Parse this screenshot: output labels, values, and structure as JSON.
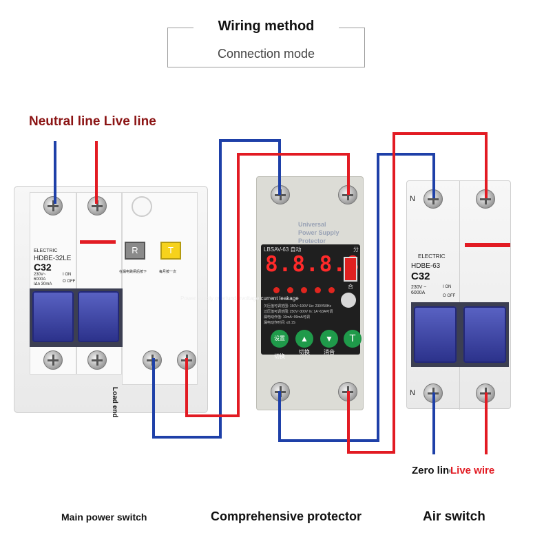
{
  "header": {
    "title": "Wiring method",
    "subtitle": "Connection mode"
  },
  "labels": {
    "neutral_live": "Neutral line Live line",
    "load_end": "Load end",
    "zero_line": "Zero line",
    "live_wire": "Live wire",
    "protector_overlay": "Universal Power Supply Protector",
    "overlay_banner": "Power supply over/undervoltage current leakage"
  },
  "captions": {
    "main_switch": "Main power switch",
    "protector": "Comprehensive protector",
    "air_switch": "Air switch"
  },
  "main_breaker": {
    "brand": "ELECTRIC",
    "model": "HDBE-32LE",
    "rating": "C32",
    "spec1": "230V~",
    "spec2": "6000A",
    "spec3": "IΔn 30mA",
    "on": "I ON",
    "off": "O OFF",
    "reset": "R",
    "test": "T",
    "reset_note": "在漏电跳闸后按下",
    "test_note": "每月按一次"
  },
  "protector": {
    "model": "LBSAV-63 自动",
    "digits": "8.8.8.8",
    "switch_label": "分",
    "close_label": "合",
    "spec1": "欠压值可调范围: 150V~190V  Ue: 230V50Hz",
    "spec2": "过压值可调范围: 250V~300V  In: 1A~63A可调",
    "spec3": "漏电动作值: 10mA~99mA可调",
    "spec4": "漏电动作时间: ≤0.1S",
    "btn1": "设置 切换",
    "btn2": "切换",
    "btn3": "消音",
    "btn4": "T"
  },
  "air_breaker": {
    "brand": "ELECTRIC",
    "model": "HDBE-63",
    "rating": "C32",
    "spec1": "230V ~",
    "spec2": "6000A",
    "on": "I ON",
    "off": "O OFF",
    "n_top": "N",
    "n_bottom": "N"
  },
  "colors": {
    "live": "#e21b23",
    "neutral": "#1e40a8",
    "label_red": "#8b1414"
  }
}
